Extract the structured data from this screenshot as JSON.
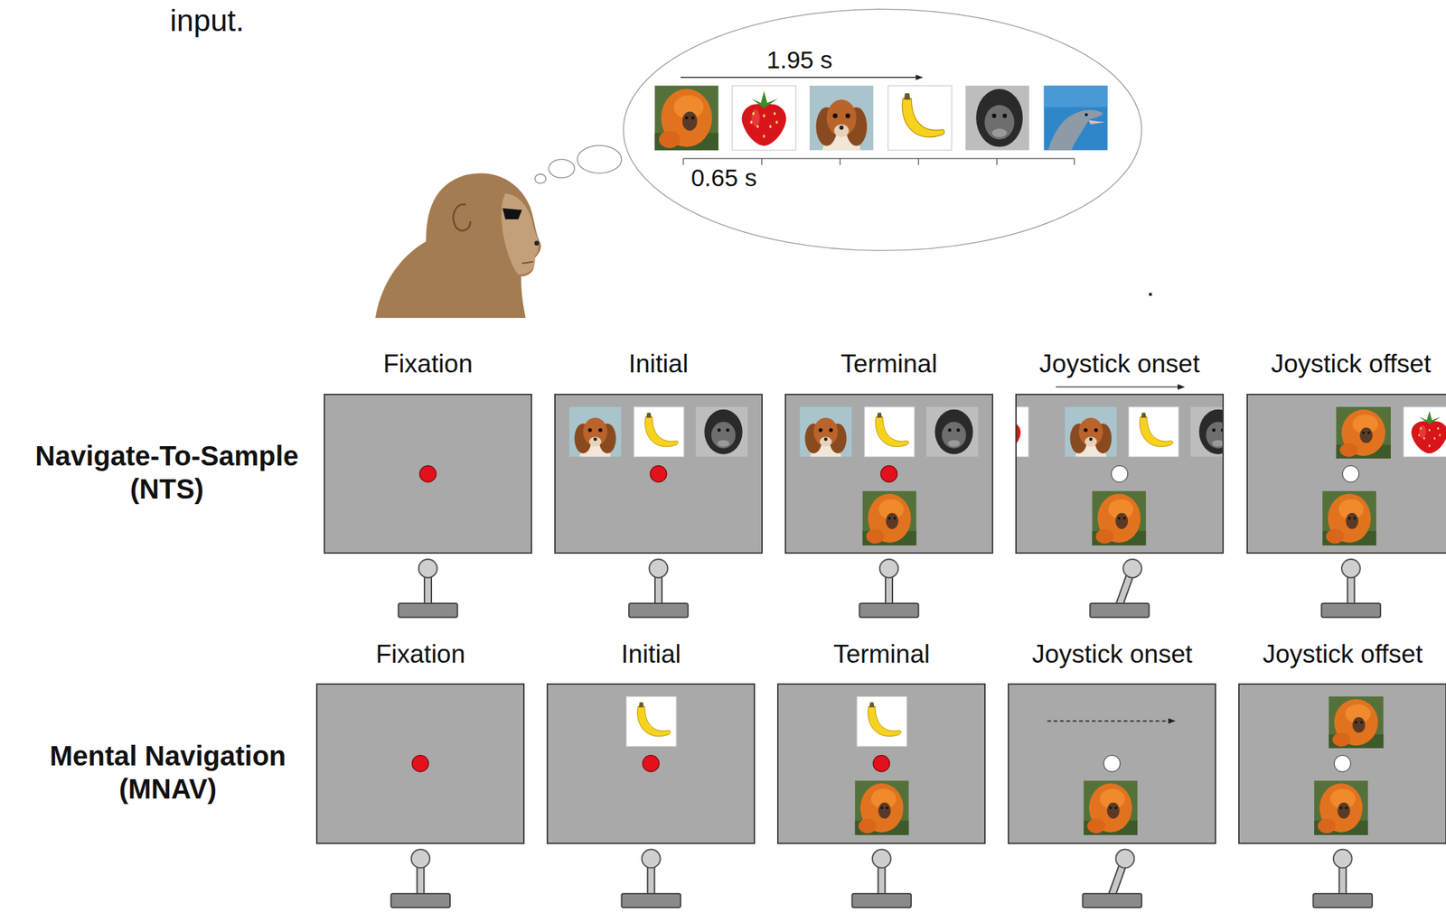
{
  "diagram": {
    "nodes": [
      {
        "text": [
          "Fixation"
        ]
      },
      {
        "text": [
          "Initial"
        ]
      },
      {
        "text": [
          "Terminal"
        ]
      },
      {
        "text": [
          "Joystick onset"
        ]
      },
      {
        "text": [
          "Joystick offset"
        ]
      },
      {
        "text": [
          "Fixation"
        ]
      },
      {
        "text": [
          "Initial"
        ]
      },
      {
        "text": [
          "Terminal"
        ]
      },
      {
        "text": [
          "Joystick onset"
        ]
      },
      {
        "text": [
          "Joystick offset"
        ]
      }
    ],
    "labels": [
      "input.",
      "1.95 s",
      "0.65 s",
      "Navigate-To-Sample (NTS)",
      "Mental Navigation (MNAV)"
    ]
  }
}
